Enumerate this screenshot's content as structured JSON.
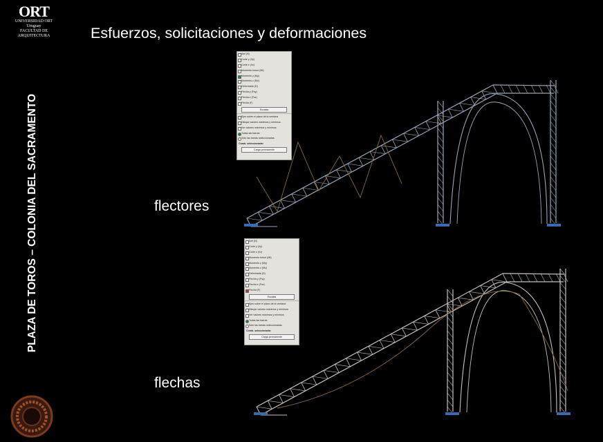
{
  "sidebar": {
    "logo": {
      "mark": "ORT",
      "line1": "UNIVERSIDAD ORT",
      "line2": "Uruguay",
      "line3": "FACULTAD DE ARQUITECTURA"
    },
    "vertical_title": "PLAZA DE TOROS – COLONIA DEL SACRAMENTO"
  },
  "slide": {
    "title": "Esfuerzos, solicitaciones y deformaciones",
    "label_top": "flectores",
    "label_bottom": "flechas"
  },
  "panel_top": {
    "checks": [
      "Axil (N)",
      "Corte y (Vy)",
      "Corte z (Vz)",
      "Momento torsor (Mt)",
      "Momento y (My)",
      "Momento z (Mz)",
      "Deformada (D)",
      "Flecha y (Fsy)",
      "Flecha z (Fsz)",
      "Flecha (F)"
    ],
    "checked_index": 4,
    "scale_button": "Escalas",
    "options": [
      "Ejes sobre el plano de la ventana",
      "Dibujar valores máximos y mínimos",
      "Ver valores máximos y mínimos"
    ],
    "radios": [
      "Todas las barras",
      "Sólo las barras seleccionadas"
    ],
    "combo_label": "Comb. seleccionada:",
    "combo_value": "Carga permanente"
  },
  "panel_bottom": {
    "checks": [
      "Axil (N)",
      "Corte y (Vy)",
      "Corte z (Vz)",
      "Momento torsor (Mt)",
      "Momento y (My)",
      "Momento z (Mz)",
      "Deformada (D)",
      "Flecha y (Fsy)",
      "Flecha z (Fsz)",
      "Flecha (F)"
    ],
    "checked_index": 9,
    "scale_button": "Escalas",
    "options": [
      "Ejes sobre el plano de la ventana",
      "Dibujar valores máximos y mínimos",
      "Ver valores máximos y mínimos"
    ],
    "radios": [
      "Todas las barras",
      "Sólo las barras seleccionadas"
    ],
    "combo_label": "Comb. seleccionada:",
    "combo_value": "Carga permanente"
  }
}
